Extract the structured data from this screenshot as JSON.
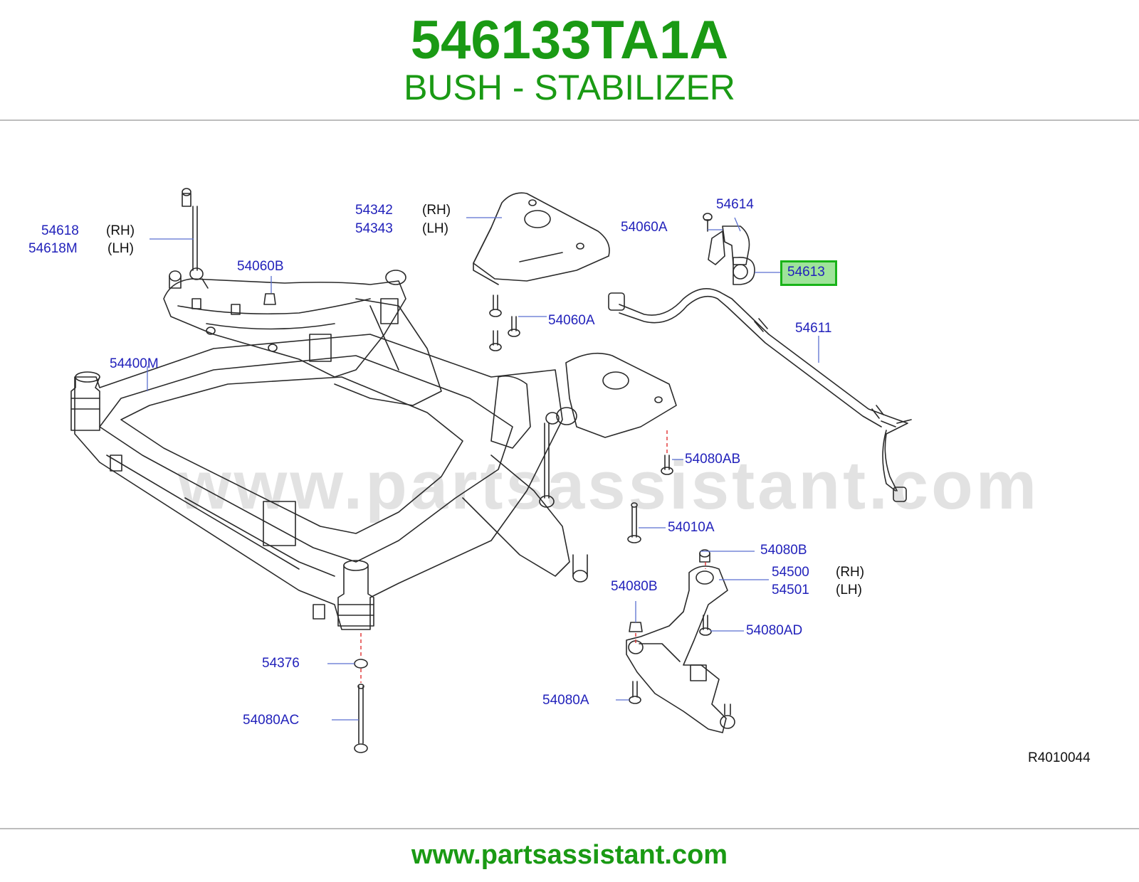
{
  "header": {
    "part_number": "546133TA1A",
    "part_name": "BUSH - STABILIZER"
  },
  "footer": {
    "site": "www.partsassistant.com"
  },
  "watermark": "www.partsassistant.com",
  "diagram_ref": "R4010044",
  "colors": {
    "brand": "#1a9a14",
    "label": "#2222bb",
    "highlight_fill": "#9fe39a",
    "highlight_border": "#19b319"
  },
  "callouts": {
    "p54618": "54618",
    "p54618m": "54618M",
    "p54618_side": "(RH)",
    "p54618m_side": "(LH)",
    "p54060b": "54060B",
    "p54342": "54342",
    "p54343": "54343",
    "p54342_side": "(RH)",
    "p54343_side": "(LH)",
    "p54060a_top": "54060A",
    "p54060a_mid": "54060A",
    "p54614": "54614",
    "p54613": "54613",
    "p54611": "54611",
    "p54400m": "54400M",
    "p54080ab": "54080AB",
    "p54010a": "54010A",
    "p54080b_right": "54080B",
    "p54080b_left": "54080B",
    "p54500": "54500",
    "p54501": "54501",
    "p54500_side": "(RH)",
    "p54501_side": "(LH)",
    "p54080ad": "54080AD",
    "p54376": "54376",
    "p54080ac": "54080AC",
    "p54080a_bottom": "54080A"
  }
}
